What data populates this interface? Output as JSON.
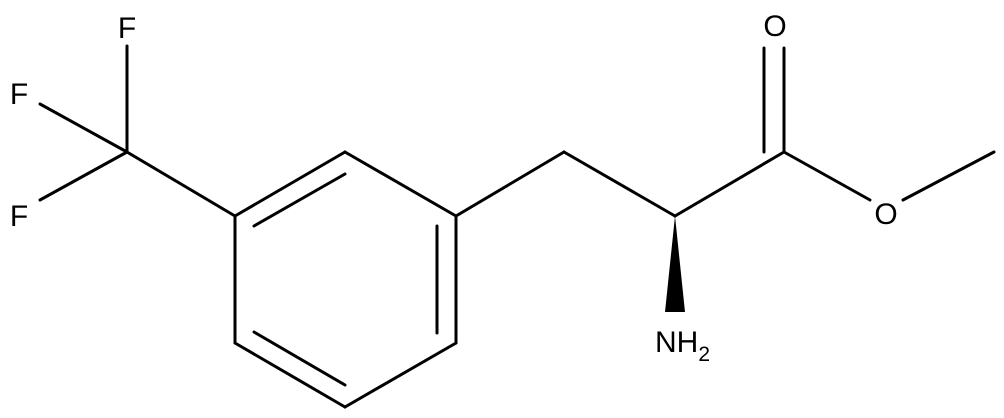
{
  "molecule": {
    "atoms": {
      "f_top": "F",
      "f_left": "F",
      "f_bottom": "F",
      "o_carbonyl": "O",
      "o_ester": "O",
      "n_label": "NH",
      "n_subscript": "2"
    },
    "colors": {
      "bond": "#000000",
      "background": "#ffffff"
    }
  }
}
